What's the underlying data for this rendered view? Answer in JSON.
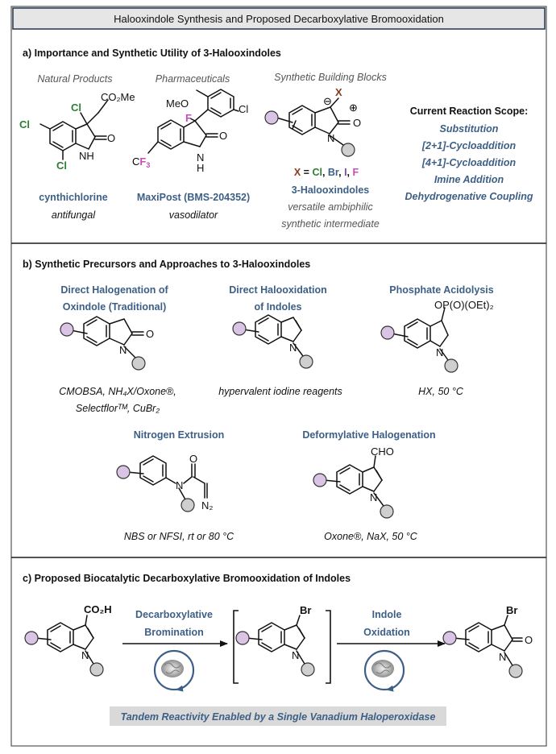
{
  "title": "Halooxindole Synthesis and Proposed Decarboxylative Bromooxidation",
  "section_a": {
    "heading": "a) Importance and Synthetic Utility of 3-Halooxindoles",
    "categories": [
      "Natural Products",
      "Pharmaceuticals",
      "Synthetic Building Blocks"
    ],
    "natural_product": {
      "name": "cynthichlorine",
      "activity": "antifungal",
      "atoms": {
        "cl_top": "Cl",
        "cl_left": "Cl",
        "cl_bottom": "Cl",
        "co2me": "CO₂Me",
        "o": "O",
        "nh": "NH"
      }
    },
    "pharmaceutical": {
      "name": "MaxiPost (BMS-204352)",
      "activity": "vasodilator",
      "atoms": {
        "meo": "MeO",
        "cl": "Cl",
        "f": "F",
        "c": "C",
        "f3": "F",
        "three": "3",
        "o": "O",
        "n": "N",
        "h": "H"
      }
    },
    "building_block": {
      "x_line": {
        "x": "X",
        "eq": " = ",
        "cl": "Cl",
        "c1": ", ",
        "br": "Br",
        "c2": ", ",
        "i": "I",
        "c3": ", ",
        "f": "F"
      },
      "name": "3-Halooxindoles",
      "desc1": "versatile ambiphilic",
      "desc2": "synthetic intermediate",
      "atoms": {
        "x": "X",
        "o": "O",
        "n": "N",
        "minus": "⊖",
        "plus": "⊕"
      }
    },
    "scope": {
      "heading": "Current Reaction Scope:",
      "items": [
        "Substitution",
        "[2+1]-Cycloaddition",
        "[4+1]-Cycloaddition",
        "Imine Addition",
        "Dehydrogenative Coupling"
      ]
    }
  },
  "section_b": {
    "heading": "b) Synthetic Precursors and Approaches to 3-Halooxindoles",
    "methods": [
      {
        "title1": "Direct Halogenation of",
        "title2": "Oxindole (Traditional)",
        "cond1": "CMOBSA, NH₄X/Oxone®,",
        "cond2": "Selectflorᵀᴹ, CuBr₂"
      },
      {
        "title1": "Direct Halooxidation",
        "title2": "of Indoles",
        "cond1": "hypervalent iodine reagents"
      },
      {
        "title1": "Phosphate Acidolysis",
        "substituent": "OP(O)(OEt)₂",
        "cond1": "HX, 50 °C"
      },
      {
        "title1": "Nitrogen Extrusion",
        "cond1": "NBS or NFSI, rt or 80 °C"
      },
      {
        "title1": "Deformylative Halogenation",
        "substituent": "CHO",
        "cond1": "Oxone®, NaX, 50 °C"
      }
    ],
    "atoms": {
      "o": "O",
      "n": "N",
      "n2": "N₂"
    }
  },
  "section_c": {
    "heading": "c) Proposed Biocatalytic Decarboxylative Bromooxidation of Indoles",
    "start_group": "CO₂H",
    "step1": {
      "line1": "Decarboxylative",
      "line2": "Bromination"
    },
    "intermediate_group": "Br",
    "step2": {
      "line1": "Indole",
      "line2": "Oxidation"
    },
    "product_group": "Br",
    "atoms": {
      "n": "N",
      "o": "O"
    },
    "banner": "Tandem Reactivity Enabled by a Single Vanadium Haloperoxidase"
  },
  "colors": {
    "accent_blue": "#3d5f86",
    "chlorine_green": "#2e7d32",
    "fluorine_pink": "#c34fb5",
    "bromine_brown": "#8a3a1e",
    "purple_marker": "#d9c4e6",
    "grey_marker": "#cfcfcf"
  }
}
